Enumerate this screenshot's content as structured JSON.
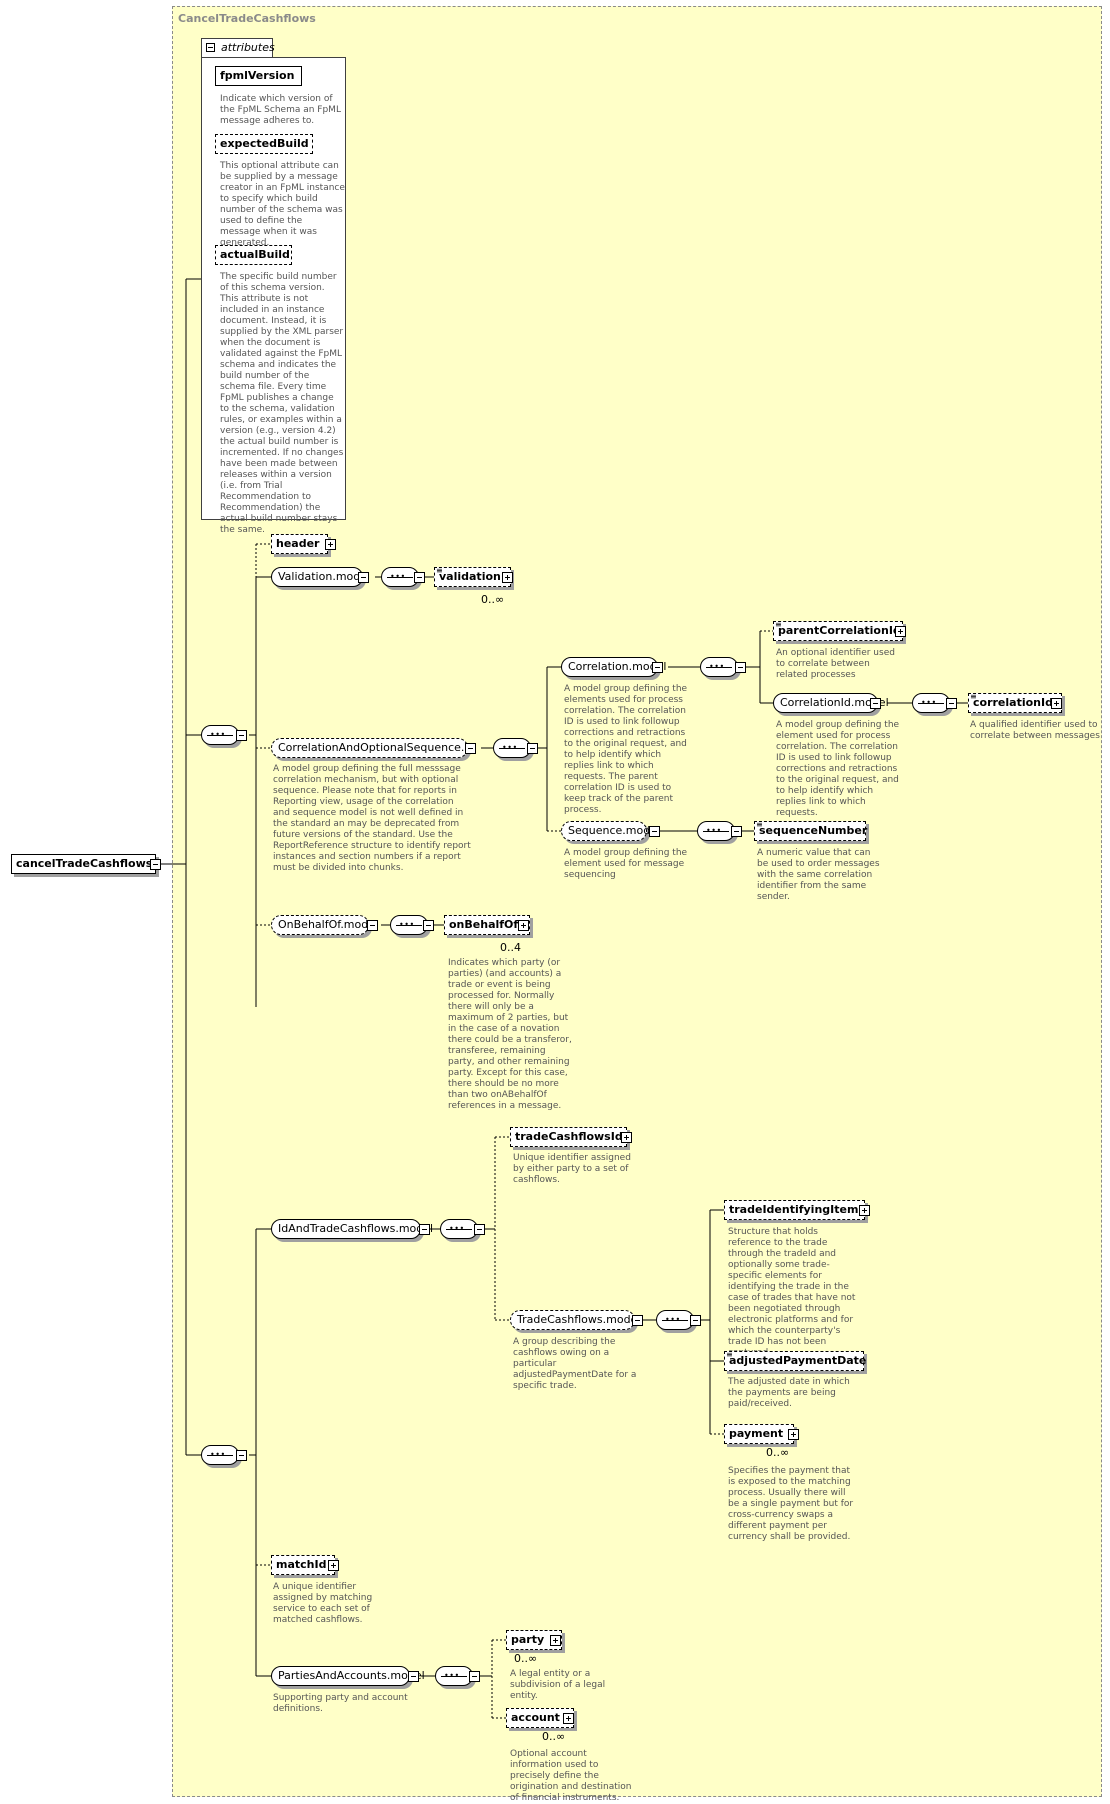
{
  "diagram": {
    "title": "CancelTradeCashflows",
    "root": "cancelTradeCashflows",
    "attributes_tab": "attributes",
    "attributes": [
      {
        "name": "fpmlVersion",
        "doc": "Indicate which version of the FpML Schema an FpML message adheres to."
      },
      {
        "name": "expectedBuild",
        "doc": "This optional attribute can be supplied by a message creator in an FpML instance to specify which build number of the schema was used to define the message when it was generated."
      },
      {
        "name": "actualBuild",
        "doc": "The specific build number of this schema version. This attribute is not included in an instance document. Instead, it is supplied by the XML parser when the document is validated against the FpML schema and indicates the build number of the schema file. Every time FpML publishes a change to the schema, validation rules, or examples within a version (e.g., version 4.2) the actual build number is incremented. If no changes have been made between releases within a version (i.e. from Trial Recommendation to Recommendation) the actual build number stays the same."
      }
    ],
    "nodes": {
      "header": "header",
      "validation_model": "Validation.model",
      "validation": "validation",
      "validation_card": "0..∞",
      "corr_opt_seq": "CorrelationAndOptionalSequence.mo...",
      "corr_opt_seq_doc": "A model group defining the full messsage correlation mechanism, but with optional sequence. Please note that for reports in Reporting view, usage of the correlation and sequence model is not well defined in the standard an may be deprecated from future versions of the standard. Use the ReportReference structure to identify report instances and section numbers if a report must be divided into chunks.",
      "correlation_model": "Correlation.model",
      "correlation_model_doc": "A model group defining the elements used for process correlation. The correlation ID is used to link followup corrections and retractions to the original request, and to help identify which replies link to which requests. The parent correlation ID is used to keep track of the parent process.",
      "parent_correlation_id": "parentCorrelationId",
      "parent_correlation_id_doc": "An optional identifier used to correlate between related processes",
      "correlation_id_model": "CorrelationId.model",
      "correlation_id_model_doc": "A model group defining the element used for process correlation. The correlation ID is used to link followup corrections and retractions to the original request, and to help identify which replies link to which requests.",
      "correlation_id": "correlationId",
      "correlation_id_doc": "A qualified identifier used to correlate between messages",
      "sequence_model": "Sequence.model",
      "sequence_model_doc": "A model group defining the element used for message sequencing",
      "sequence_number": "sequenceNumber",
      "sequence_number_doc": "A numeric value that can be used to order messages with the same correlation identifier from the same sender.",
      "on_behalf_of_model": "OnBehalfOf.model",
      "on_behalf_of": "onBehalfOf",
      "on_behalf_of_card": "0..4",
      "on_behalf_of_doc": "Indicates which party (or parties) (and accounts) a trade or event is being processed for. Normally there will only be a maximum of 2 parties, but in the case of a novation there could be a transferor, transferee, remaining party, and other remaining party. Except for this case, there should be no more than two onABehalfOf references in a message.",
      "id_and_trade_cashflows_model": "IdAndTradeCashflows.model",
      "trade_cashflows_id": "tradeCashflowsId",
      "trade_cashflows_id_doc": "Unique identifier assigned by either party to a set of cashflows.",
      "trade_cashflows_model": "TradeCashflows.model",
      "trade_cashflows_model_doc": "A group describing the cashflows owing on a particular adjustedPaymentDate for a specific trade.",
      "trade_identifying_items": "tradeIdentifyingItems",
      "trade_identifying_items_doc": "Structure that holds reference to the trade through the tradeId and optionally some trade-specific elements for identifying the trade in the case of trades that have not been negotiated through electronic platforms and for which the counterparty's trade ID has not been captured.",
      "adjusted_payment_date": "adjustedPaymentDate",
      "adjusted_payment_date_doc": "The adjusted date in which the payments are being paid/received.",
      "payment": "payment",
      "payment_card": "0..∞",
      "payment_doc": "Specifies the payment that is exposed to the matching process. Usually there will be a single payment but for cross-currency swaps a different payment per currency shall be provided.",
      "match_id": "matchId",
      "match_id_doc": "A unique identifier assigned by matching service to each set of matched cashflows.",
      "parties_and_accounts_model": "PartiesAndAccounts.model",
      "parties_and_accounts_model_doc": "Supporting party and account definitions.",
      "party": "party",
      "party_card": "0..∞",
      "party_doc": "A legal entity or a subdivision of a legal entity.",
      "account": "account",
      "account_card": "0..∞",
      "account_doc": "Optional account information used to precisely define the origination and destination of financial instruments."
    },
    "colors": {
      "panel": "#ffffc8",
      "panel_border": "#8a8a8a",
      "doc_text": "#555555",
      "line": "#000000",
      "shadow": "#a0a0a0"
    }
  }
}
